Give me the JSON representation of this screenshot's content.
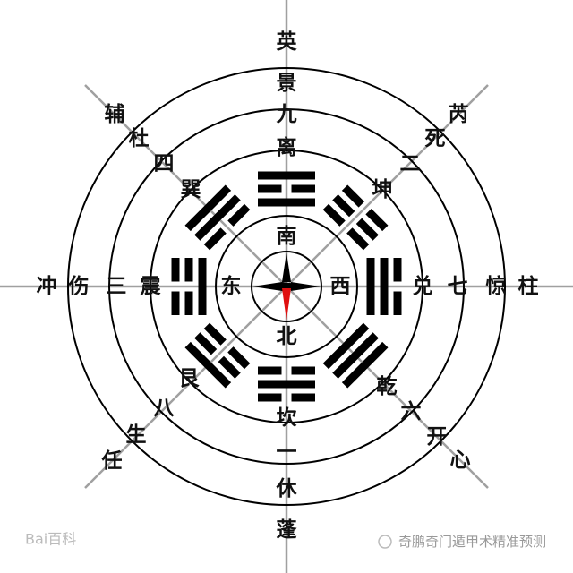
{
  "colors": {
    "line": "#000000",
    "axis": "#a0a0a0",
    "needle_south": "#e01010",
    "watermark": "#bbbbbb"
  },
  "directions": {
    "south": "南",
    "north": "北",
    "east": "东",
    "west": "西"
  },
  "trigrams": {
    "li": {
      "name": "离",
      "lines_inner_to_outer": [
        "yang",
        "yin",
        "yang"
      ]
    },
    "kan": {
      "name": "坎",
      "lines_inner_to_outer": [
        "yin",
        "yang",
        "yin"
      ]
    },
    "zhen": {
      "name": "震",
      "lines_inner_to_outer": [
        "yang",
        "yin",
        "yin"
      ]
    },
    "dui": {
      "name": "兑",
      "lines_inner_to_outer": [
        "yang",
        "yang",
        "yin"
      ]
    },
    "xun": {
      "name": "巽",
      "lines_inner_to_outer": [
        "yin",
        "yang",
        "yang"
      ]
    },
    "kun": {
      "name": "坤",
      "lines_inner_to_outer": [
        "yin",
        "yin",
        "yin"
      ]
    },
    "gen": {
      "name": "艮",
      "lines_inner_to_outer": [
        "yin",
        "yin",
        "yang"
      ]
    },
    "qian": {
      "name": "乾",
      "lines_inner_to_outer": [
        "yang",
        "yang",
        "yang"
      ]
    }
  },
  "numbers": {
    "li": "九",
    "kan": "一",
    "zhen": "三",
    "dui": "七",
    "xun": "四",
    "kun": "二",
    "gen": "八",
    "qian": "六"
  },
  "doors": {
    "li": "景",
    "kan": "休",
    "zhen": "伤",
    "dui": "惊",
    "xun": "杜",
    "kun": "死",
    "gen": "生",
    "qian": "开"
  },
  "stars": {
    "li": "英",
    "kan": "蓬",
    "zhen": "冲",
    "dui": "柱",
    "xun": "辅",
    "kun": "芮",
    "gen": "任",
    "qian": "心"
  },
  "watermarks": {
    "left": "Bai百科",
    "right": "奇鹏奇门遁甲术精准预测"
  }
}
